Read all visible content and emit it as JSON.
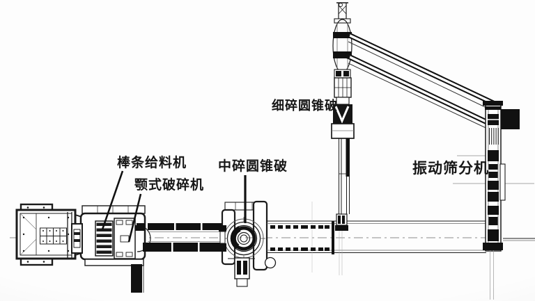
{
  "diagram": {
    "labels": {
      "bar_feeder": "棒条给料机",
      "jaw_crusher": "颚式破碎机",
      "medium_cone_crusher": "中碎圆锥破",
      "fine_cone_crusher": "细碎圆锥破",
      "vibrating_screen": "振动筛分机"
    },
    "colors": {
      "ink": "#1b1b1b",
      "paper": "#fdfdfd",
      "faint_line": "#8a8a8a"
    }
  }
}
